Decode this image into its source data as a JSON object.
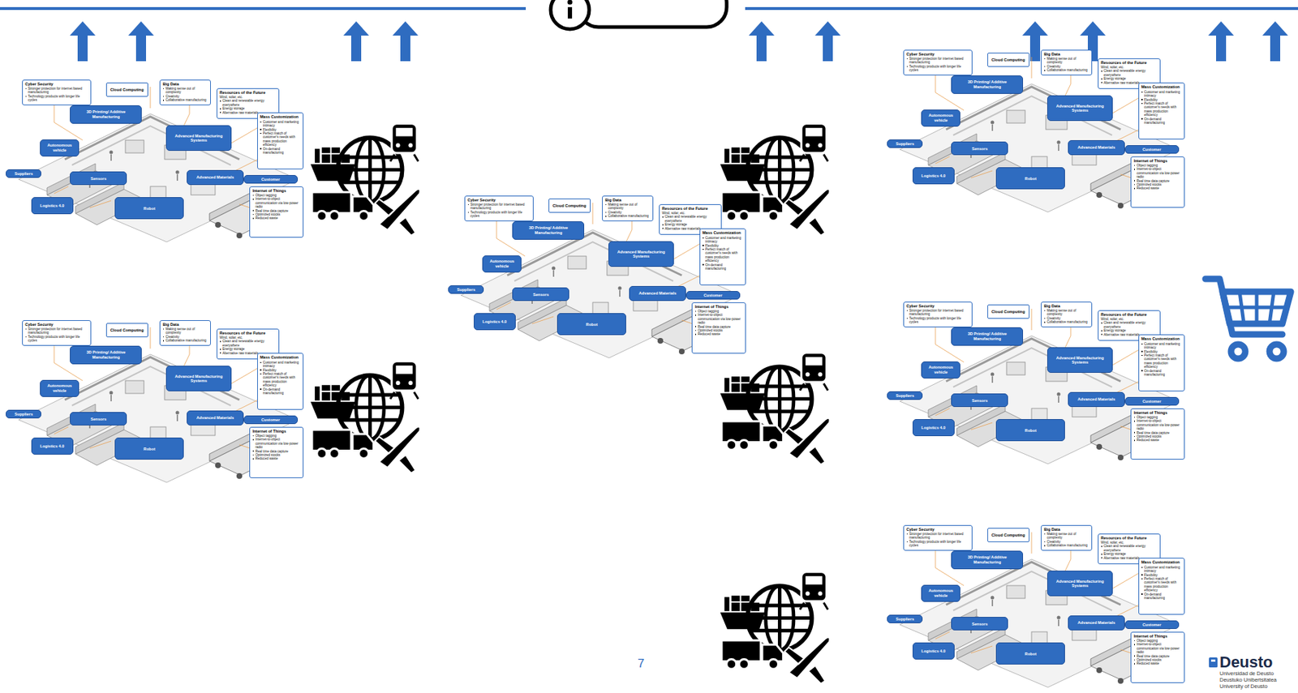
{
  "diagram": {
    "nodes": [
      {
        "text": [
          "Cyber Security",
          "Stronger protection for internet based manufacturing",
          "Technology products with longer life cycles"
        ]
      },
      {
        "text": [
          "Cloud Computing"
        ]
      },
      {
        "text": [
          "Big Data",
          "Making sense out of complexity",
          "Creativity",
          "Collaborative manufacturing"
        ]
      },
      {
        "text": [
          "Resources of the Future",
          "Wind, solar, etc.",
          "Clean and renewable energy everywhere",
          "Energy storage",
          "Alternative raw materials"
        ]
      },
      {
        "text": [
          "3D Printing/ Additive Manufacturing"
        ]
      },
      {
        "text": [
          "Advanced Manufacturing Systems"
        ]
      },
      {
        "text": [
          "Mass Customization",
          "Customer and marketing intimacy",
          "Flexibility",
          "Perfect match of customer's needs with mass production efficiency",
          "On-demand manufacturing"
        ]
      },
      {
        "text": [
          "Autonomous vehicle"
        ]
      },
      {
        "text": [
          "Suppliers"
        ]
      },
      {
        "text": [
          "Sensors"
        ]
      },
      {
        "text": [
          "Advanced Materials"
        ]
      },
      {
        "text": [
          "Customer"
        ]
      },
      {
        "text": [
          "Internet of Things",
          "Object tagging",
          "Internet-to-object communication via low-power radio",
          "Real time data capture",
          "Optimized stocks",
          "Reduced waste"
        ]
      },
      {
        "text": [
          "Logistics 4.0"
        ]
      },
      {
        "text": [
          "Robot"
        ]
      },
      {
        "text": [
          "Cyber Security",
          "Stronger protection for internet based manufacturing",
          "Technology products with longer life cycles"
        ]
      },
      {
        "text": [
          "Cloud Computing"
        ]
      },
      {
        "text": [
          "Big Data",
          "Making sense out of complexity",
          "Creativity",
          "Collaborative manufacturing"
        ]
      },
      {
        "text": [
          "Resources of the Future",
          "Wind, solar, etc.",
          "Clean and renewable energy everywhere",
          "Energy storage",
          "Alternative raw materials"
        ]
      },
      {
        "text": [
          "3D Printing/ Additive Manufacturing"
        ]
      },
      {
        "text": [
          "Advanced Manufacturing Systems"
        ]
      },
      {
        "text": [
          "Mass Customization",
          "Customer and marketing intimacy",
          "Flexibility",
          "Perfect match of customer's needs with mass production efficiency",
          "On-demand manufacturing"
        ]
      },
      {
        "text": [
          "Autonomous vehicle"
        ]
      },
      {
        "text": [
          "Suppliers"
        ]
      },
      {
        "text": [
          "Sensors"
        ]
      },
      {
        "text": [
          "Advanced Materials"
        ]
      },
      {
        "text": [
          "Customer"
        ]
      },
      {
        "text": [
          "Internet of Things",
          "Object tagging",
          "Internet-to-object communication via low-power radio",
          "Real time data capture",
          "Optimized stocks",
          "Reduced waste"
        ]
      },
      {
        "text": [
          "Logistics 4.0"
        ]
      },
      {
        "text": [
          "Robot"
        ]
      },
      {
        "text": [
          "Cyber Security",
          "Stronger protection for internet based manufacturing",
          "Technology products with longer life cycles"
        ]
      },
      {
        "text": [
          "Cloud Computing"
        ]
      },
      {
        "text": [
          "Big Data",
          "Making sense out of complexity",
          "Creativity",
          "Collaborative manufacturing"
        ]
      },
      {
        "text": [
          "Resources of the Future",
          "Wind, solar, etc.",
          "Clean and renewable energy everywhere",
          "Energy storage",
          "Alternative raw materials"
        ]
      },
      {
        "text": [
          "3D Printing/ Additive Manufacturing"
        ]
      },
      {
        "text": [
          "Advanced Manufacturing Systems"
        ]
      },
      {
        "text": [
          "Mass Customization",
          "Customer and marketing intimacy",
          "Flexibility",
          "Perfect match of customer's needs with mass production efficiency",
          "On-demand manufacturing"
        ]
      },
      {
        "text": [
          "Autonomous vehicle"
        ]
      },
      {
        "text": [
          "Suppliers"
        ]
      },
      {
        "text": [
          "Sensors"
        ]
      },
      {
        "text": [
          "Advanced Materials"
        ]
      },
      {
        "text": [
          "Customer"
        ]
      },
      {
        "text": [
          "Internet of Things",
          "Object tagging",
          "Internet-to-object communication via low-power radio",
          "Real time data capture",
          "Optimized stocks",
          "Reduced waste"
        ]
      },
      {
        "text": [
          "Logistics 4.0"
        ]
      },
      {
        "text": [
          "Robot"
        ]
      },
      {
        "text": [
          "Cyber Security",
          "Stronger protection for internet based manufacturing",
          "Technology products with longer life cycles"
        ]
      },
      {
        "text": [
          "Cloud Computing"
        ]
      },
      {
        "text": [
          "Big Data",
          "Making sense out of complexity",
          "Creativity",
          "Collaborative manufacturing"
        ]
      },
      {
        "text": [
          "Resources of the Future",
          "Wind, solar, etc.",
          "Clean and renewable energy everywhere",
          "Energy storage",
          "Alternative raw materials"
        ]
      },
      {
        "text": [
          "3D Printing/ Additive Manufacturing"
        ]
      },
      {
        "text": [
          "Advanced Manufacturing Systems"
        ]
      },
      {
        "text": [
          "Mass Customization",
          "Customer and marketing intimacy",
          "Flexibility",
          "Perfect match of customer's needs with mass production efficiency",
          "On-demand manufacturing"
        ]
      },
      {
        "text": [
          "Autonomous vehicle"
        ]
      },
      {
        "text": [
          "Suppliers"
        ]
      },
      {
        "text": [
          "Sensors"
        ]
      },
      {
        "text": [
          "Advanced Materials"
        ]
      },
      {
        "text": [
          "Customer"
        ]
      },
      {
        "text": [
          "Internet of Things",
          "Object tagging",
          "Internet-to-object communication via low-power radio",
          "Real time data capture",
          "Optimized stocks",
          "Reduced waste"
        ]
      },
      {
        "text": [
          "Logistics 4.0"
        ]
      },
      {
        "text": [
          "Robot"
        ]
      },
      {
        "text": [
          "Cyber Security",
          "Stronger protection for internet based manufacturing",
          "Technology products with longer life cycles"
        ]
      },
      {
        "text": [
          "Cloud Computing"
        ]
      },
      {
        "text": [
          "Big Data",
          "Making sense out of complexity",
          "Creativity",
          "Collaborative manufacturing"
        ]
      },
      {
        "text": [
          "Resources of the Future",
          "Wind, solar, etc.",
          "Clean and renewable energy everywhere",
          "Energy storage",
          "Alternative raw materials"
        ]
      },
      {
        "text": [
          "3D Printing/ Additive Manufacturing"
        ]
      },
      {
        "text": [
          "Advanced Manufacturing Systems"
        ]
      },
      {
        "text": [
          "Mass Customization",
          "Customer and marketing intimacy",
          "Flexibility",
          "Perfect match of customer's needs with mass production efficiency",
          "On-demand manufacturing"
        ]
      },
      {
        "text": [
          "Autonomous vehicle"
        ]
      },
      {
        "text": [
          "Suppliers"
        ]
      },
      {
        "text": [
          "Sensors"
        ]
      },
      {
        "text": [
          "Advanced Materials"
        ]
      },
      {
        "text": [
          "Customer"
        ]
      },
      {
        "text": [
          "Internet of Things",
          "Object tagging",
          "Internet-to-object communication via low-power radio",
          "Real time data capture",
          "Optimized stocks",
          "Reduced waste"
        ]
      },
      {
        "text": [
          "Logistics 4.0"
        ]
      },
      {
        "text": [
          "Robot"
        ]
      },
      {
        "text": [
          "Cyber Security",
          "Stronger protection for internet based manufacturing",
          "Technology products with longer life cycles"
        ]
      },
      {
        "text": [
          "Cloud Computing"
        ]
      },
      {
        "text": [
          "Big Data",
          "Making sense out of complexity",
          "Creativity",
          "Collaborative manufacturing"
        ]
      },
      {
        "text": [
          "Resources of the Future",
          "Wind, solar, etc.",
          "Clean and renewable energy everywhere",
          "Energy storage",
          "Alternative raw materials"
        ]
      },
      {
        "text": [
          "3D Printing/ Additive Manufacturing"
        ]
      },
      {
        "text": [
          "Advanced Manufacturing Systems"
        ]
      },
      {
        "text": [
          "Mass Customization",
          "Customer and marketing intimacy",
          "Flexibility",
          "Perfect match of customer's needs with mass production efficiency",
          "On-demand manufacturing"
        ]
      },
      {
        "text": [
          "Autonomous vehicle"
        ]
      },
      {
        "text": [
          "Suppliers"
        ]
      },
      {
        "text": [
          "Sensors"
        ]
      },
      {
        "text": [
          "Advanced Materials"
        ]
      },
      {
        "text": [
          "Customer"
        ]
      },
      {
        "text": [
          "Internet of Things",
          "Object tagging",
          "Internet-to-object communication via low-power radio",
          "Real time data capture",
          "Optimized stocks",
          "Reduced waste"
        ]
      },
      {
        "text": [
          "Logistics 4.0"
        ]
      },
      {
        "text": [
          "Robot"
        ]
      }
    ],
    "labels": [
      "7",
      "Deusto",
      "Universidad de Deusto",
      "Deustuko Unibertsitatea",
      "University of Deusto"
    ]
  }
}
